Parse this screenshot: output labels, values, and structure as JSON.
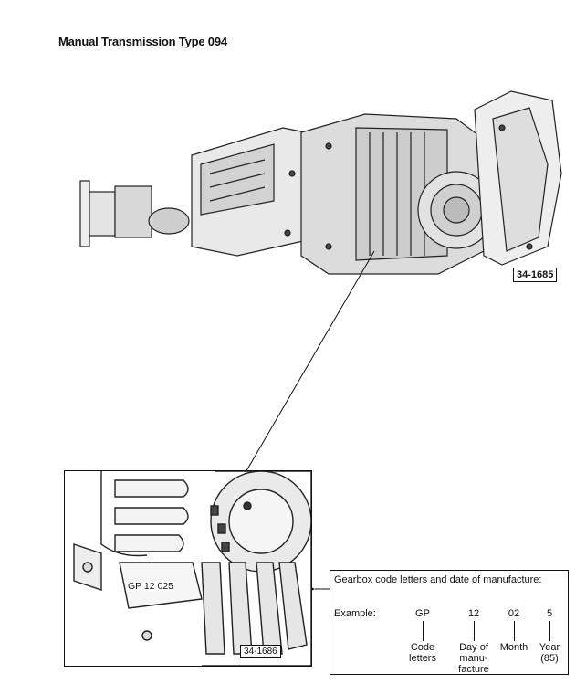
{
  "page": {
    "title": "Manual Transmission Type 094"
  },
  "figure_main": {
    "reference": "34-1685"
  },
  "figure_detail": {
    "reference": "34-1686",
    "stamp_text": "GP 12 025"
  },
  "code_info": {
    "heading": "Gearbox code letters and date of manufacture:",
    "example_label": "Example:",
    "columns": [
      {
        "value": "GP",
        "label": "Code letters"
      },
      {
        "value": "12",
        "label": "Day of manu-facture"
      },
      {
        "value": "02",
        "label": "Month"
      },
      {
        "value": "5",
        "label": "Year (85)"
      }
    ]
  }
}
